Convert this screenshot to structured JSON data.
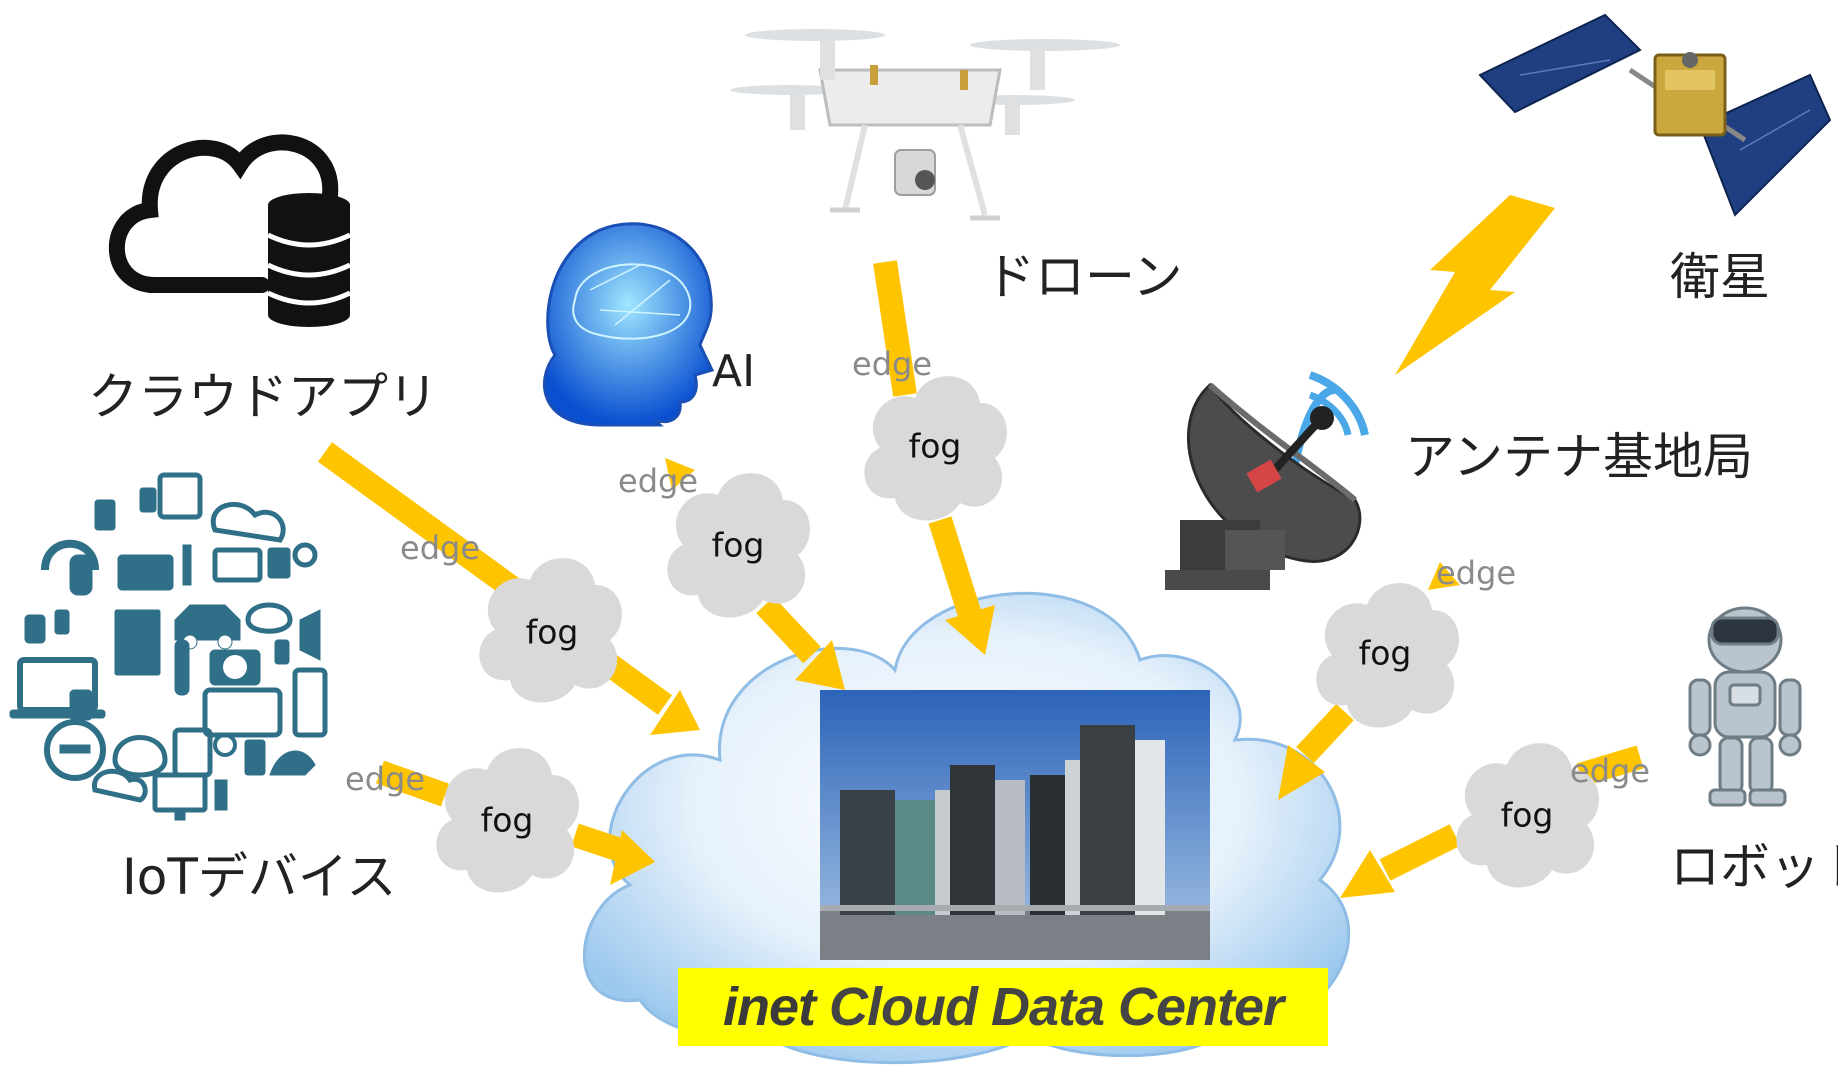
{
  "nodes": {
    "cloud_app": "クラウドアプリ",
    "iot": "IoTデバイス",
    "ai": "AI",
    "drone": "ドローン",
    "satellite": "衛星",
    "antenna": "アンテナ基地局",
    "robot": "ロボット"
  },
  "layers": {
    "edge": "edge",
    "fog": "fog"
  },
  "center": {
    "brand": "inet",
    "title": "Cloud Data Center"
  },
  "colors": {
    "arrow": "#ffc400",
    "bolt": "#ffc400",
    "banner": "#ffff00",
    "fog_cloud": "#d9d9d9",
    "main_cloud": "#d6e9fa",
    "iot_teal": "#2f6f88"
  }
}
